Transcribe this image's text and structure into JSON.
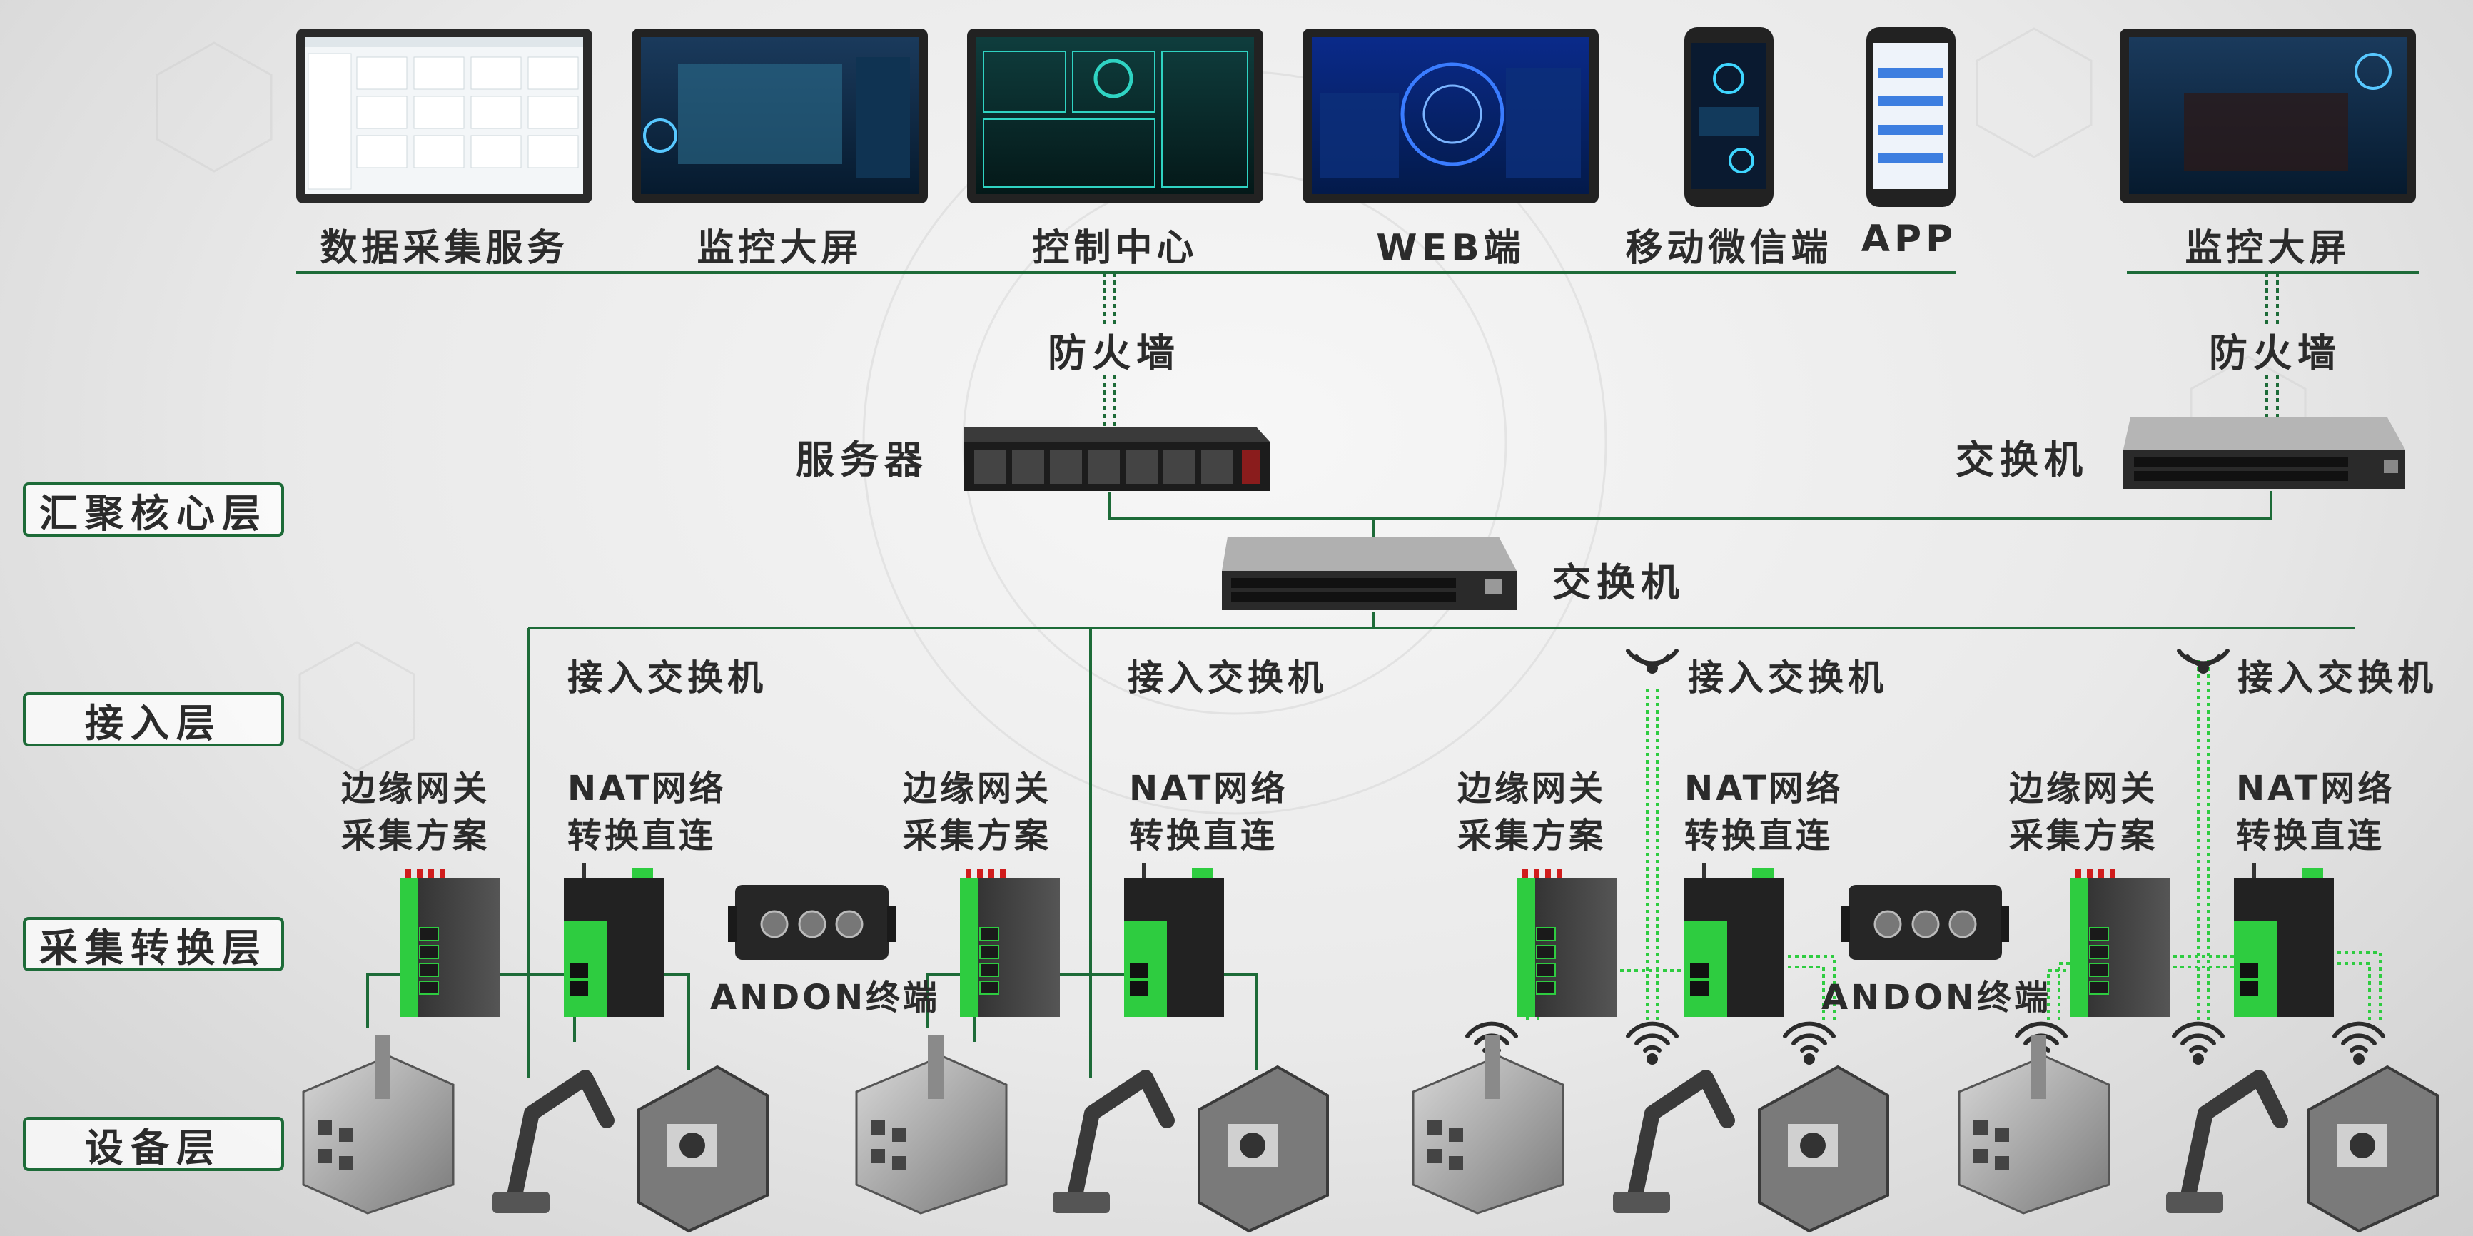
{
  "top_clients": [
    {
      "label": "数据采集服务"
    },
    {
      "label": "监控大屏"
    },
    {
      "label": "控制中心"
    },
    {
      "label": "WEB端"
    },
    {
      "label": "移动微信端"
    },
    {
      "label": "APP"
    },
    {
      "label": "监控大屏"
    }
  ],
  "firewall_left": "防火墙",
  "firewall_right": "防火墙",
  "server_label": "服务器",
  "switch_right_label": "交换机",
  "switch_core_label": "交换机",
  "access_switches": [
    "接入交换机",
    "接入交换机",
    "接入交换机",
    "接入交换机"
  ],
  "solutions": {
    "edge": [
      "边缘网关",
      "采集方案"
    ],
    "nat": [
      "NAT网络",
      "转换直连"
    ]
  },
  "andon_label": "ANDON终端",
  "layers": [
    "汇聚核心层",
    "接入层",
    "采集转换层",
    "设备层"
  ],
  "colors": {
    "line": "#1d6b38",
    "accent": "#2ecc40"
  }
}
